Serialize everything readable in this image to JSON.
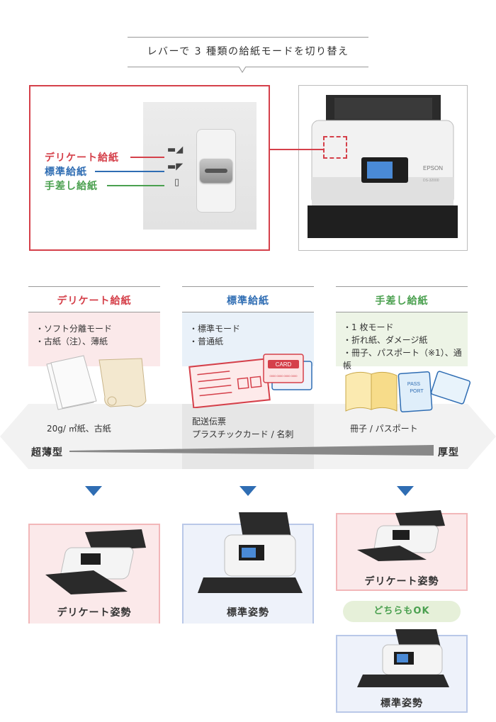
{
  "header": {
    "title": "レバーで 3 種類の給紙モードを切り替え"
  },
  "lever": {
    "modes": [
      {
        "label": "デリケート給紙",
        "color": "#d5404a"
      },
      {
        "label": "標準給紙",
        "color": "#2f6db3"
      },
      {
        "label": "手差し給紙",
        "color": "#4aa04f"
      }
    ]
  },
  "scanner": {
    "brand": "EPSON",
    "model": "DS-32000"
  },
  "columns": [
    {
      "title": "デリケート給紙",
      "color": "#d5404a",
      "box_bg": "#fbe9ea",
      "bullets": [
        "・ソフト分離モード",
        "・古紙（注）、薄紙"
      ],
      "examples": [
        "20g/ ㎡紙、古紙"
      ]
    },
    {
      "title": "標準給紙",
      "color": "#2f6db3",
      "box_bg": "#e9f1f9",
      "bullets": [
        "・標準モード",
        "・普通紙"
      ],
      "examples": [
        "配送伝票",
        "プラスチックカード / 名刺"
      ]
    },
    {
      "title": "手差し給紙",
      "color": "#4aa04f",
      "box_bg": "#edf4e6",
      "bullets": [
        "・1 枚モード",
        "・折れ紙、ダメージ紙",
        "・冊子、パスポート（※1）、通帳"
      ],
      "examples": [
        "冊子 / パスポート"
      ]
    }
  ],
  "thickness": {
    "thin": "超薄型",
    "thick": "厚型"
  },
  "card_label": "CARD",
  "card_number": "0000 0000 0000 0000",
  "passport_label": [
    "PASS",
    "PORT"
  ],
  "results": {
    "delicate": "デリケート姿勢",
    "standard": "標準姿勢",
    "manual_top": "デリケート姿勢",
    "either": "どちらもOK",
    "manual_bottom": "標準姿勢"
  }
}
